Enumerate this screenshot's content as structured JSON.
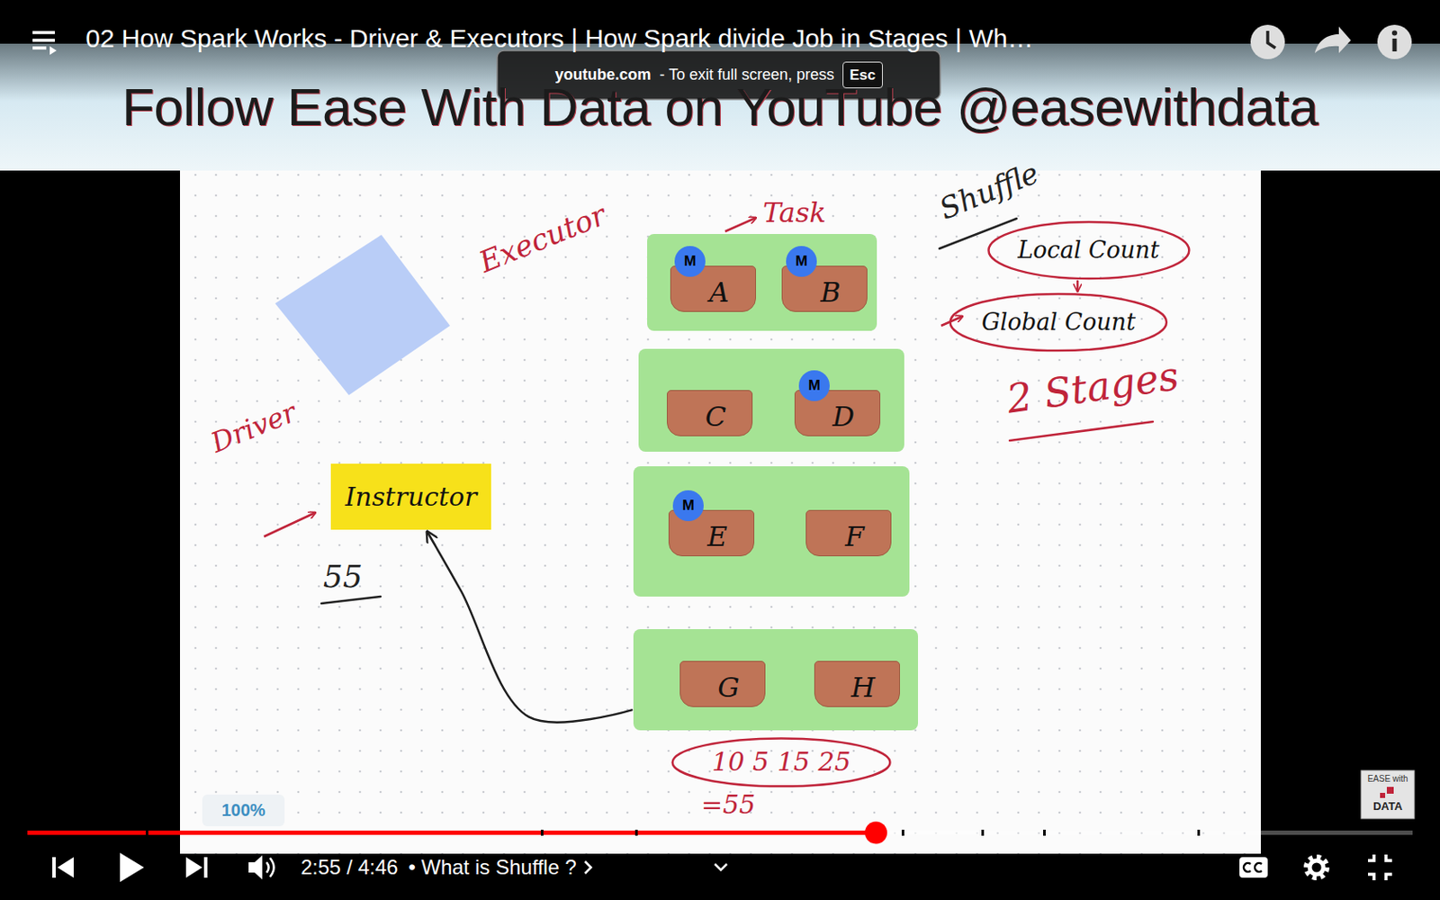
{
  "diagram": {
    "title": "02 How Spark Works - Driver & Executors | How Spark divide Job in Stages | Wh…",
    "nodes": [
      {
        "text": [
          "Executor"
        ]
      },
      {
        "text": [
          "A"
        ],
        "in": 0
      },
      {
        "text": [
          "M"
        ],
        "in": 1
      },
      {
        "text": [
          "B"
        ],
        "in": 0
      },
      {
        "text": [
          "M"
        ],
        "in": 3
      },
      {
        "text": []
      },
      {
        "text": [
          "C"
        ],
        "in": 5
      },
      {
        "text": [
          "D"
        ],
        "in": 5
      },
      {
        "text": [
          "M"
        ],
        "in": 7
      },
      {
        "text": []
      },
      {
        "text": [
          "E"
        ],
        "in": 9
      },
      {
        "text": [
          "M"
        ],
        "in": 10
      },
      {
        "text": [
          "F"
        ],
        "in": 9
      },
      {
        "text": []
      },
      {
        "text": [
          "G"
        ],
        "in": 13
      },
      {
        "text": [
          "H"
        ],
        "in": 13
      },
      {
        "text": [
          "Instructor"
        ]
      },
      {
        "text": [
          "Local Count"
        ]
      },
      {
        "text": [
          "Global Count"
        ]
      },
      {
        "text": [
          "10 5 15 25"
        ]
      }
    ],
    "edges": [
      {
        "from": 13,
        "to": 16,
        "arrow": "to"
      },
      {
        "from": 17,
        "to": 18,
        "arrow": "to"
      }
    ],
    "labels": [
      "Follow Ease With Data on YouTube @easewithdata",
      "youtube.com",
      "- To exit full screen, press",
      "Esc",
      "Task",
      "Shuffle",
      "2 Stages",
      "Driver",
      "55",
      "=55",
      "100%",
      "EASE with",
      "DATA",
      "2:55 / 4:46",
      "• What is Shuffle ?"
    ]
  }
}
